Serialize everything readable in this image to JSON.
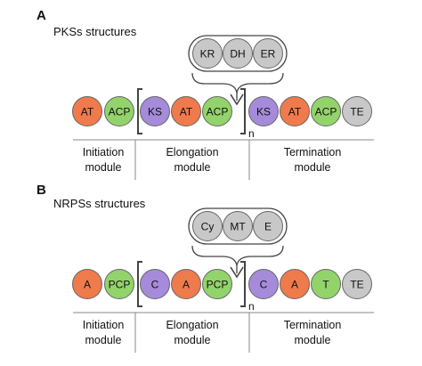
{
  "colors": {
    "orange": "#ef7a4c",
    "green": "#93d36b",
    "purple": "#a58bd9",
    "gray": "#c8c8c8",
    "outline": "#666666",
    "bracket": "#444444",
    "divider": "#888888"
  },
  "panels": [
    {
      "letter": "A",
      "title": "PKSs structures",
      "optional_domains": [
        {
          "label": "KR",
          "color": "gray"
        },
        {
          "label": "DH",
          "color": "gray"
        },
        {
          "label": "ER",
          "color": "gray"
        }
      ],
      "initiation_domains": [
        {
          "label": "AT",
          "color": "orange"
        },
        {
          "label": "ACP",
          "color": "green"
        }
      ],
      "elongation_domains": [
        {
          "label": "KS",
          "color": "purple"
        },
        {
          "label": "AT",
          "color": "orange"
        },
        {
          "label": "ACP",
          "color": "green"
        }
      ],
      "termination_domains": [
        {
          "label": "KS",
          "color": "purple"
        },
        {
          "label": "AT",
          "color": "orange"
        },
        {
          "label": "ACP",
          "color": "green"
        },
        {
          "label": "TE",
          "color": "gray"
        }
      ],
      "repeat_label": "n",
      "modules": {
        "initiation": [
          "Initiation",
          "module"
        ],
        "elongation": [
          "Elongation",
          "module"
        ],
        "termination": [
          "Termination",
          "module"
        ]
      }
    },
    {
      "letter": "B",
      "title": "NRPSs structures",
      "optional_domains": [
        {
          "label": "Cy",
          "color": "gray"
        },
        {
          "label": "MT",
          "color": "gray"
        },
        {
          "label": "E",
          "color": "gray"
        }
      ],
      "initiation_domains": [
        {
          "label": "A",
          "color": "orange"
        },
        {
          "label": "PCP",
          "color": "green"
        }
      ],
      "elongation_domains": [
        {
          "label": "C",
          "color": "purple"
        },
        {
          "label": "A",
          "color": "orange"
        },
        {
          "label": "PCP",
          "color": "green"
        }
      ],
      "termination_domains": [
        {
          "label": "C",
          "color": "purple"
        },
        {
          "label": "A",
          "color": "orange"
        },
        {
          "label": "T",
          "color": "green"
        },
        {
          "label": "TE",
          "color": "gray"
        }
      ],
      "repeat_label": "n",
      "modules": {
        "initiation": [
          "Initiation",
          "module"
        ],
        "elongation": [
          "Elongation",
          "module"
        ],
        "termination": [
          "Termination",
          "module"
        ]
      }
    }
  ]
}
